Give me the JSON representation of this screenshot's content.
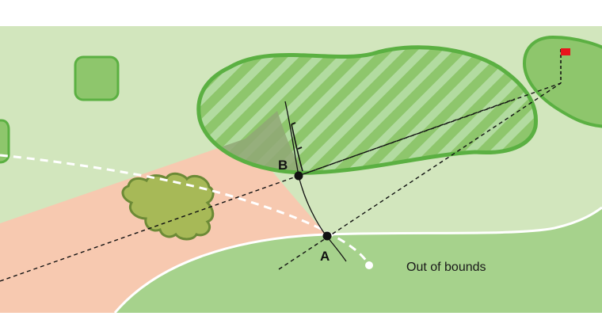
{
  "labels": {
    "point_a": "A",
    "point_b": "B",
    "out_of_bounds": "Out of bounds"
  },
  "colors": {
    "rough_light": "#d2e6bd",
    "fairway_mid": "#a6d28c",
    "penalty_zone": "#f7c9b0",
    "penalty_overlap": "#90a776",
    "hazard_fill": "#8ec66c",
    "hazard_stroke": "#5bb042",
    "hazard_stripe": "#b2dba0",
    "bush_fill": "#a7b957",
    "bush_stroke": "#6c8a36",
    "green_fill": "#8ec66c",
    "flag": "#e8141c",
    "line": "#111111",
    "path_white": "#ffffff"
  },
  "icons": {
    "flag": "flag-icon",
    "ball": "ball-icon",
    "bush": "bush-icon"
  }
}
